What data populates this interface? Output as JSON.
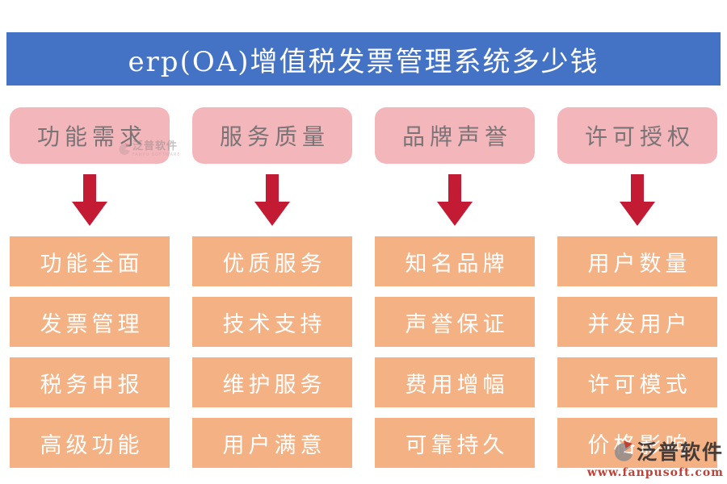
{
  "title": "erp(OA)增值税发票管理系统多少钱",
  "columns": [
    {
      "category": "功能需求",
      "items": [
        "功能全面",
        "发票管理",
        "税务申报",
        "高级功能"
      ]
    },
    {
      "category": "服务质量",
      "items": [
        "优质服务",
        "技术支持",
        "维护服务",
        "用户满意"
      ]
    },
    {
      "category": "品牌声誉",
      "items": [
        "知名品牌",
        "声誉保证",
        "费用增幅",
        "可靠持久"
      ]
    },
    {
      "category": "许可授权",
      "items": [
        "用户数量",
        "并发用户",
        "许可模式",
        "价格影响"
      ]
    }
  ],
  "watermarks": {
    "small": {
      "brand": "泛普软件",
      "brand_en": "FANPU SOFTWARE"
    },
    "large": {
      "brand": "泛普软件",
      "url": "www.fanpusoft.com"
    }
  },
  "icons": {
    "down_arrow": "red solid down arrow",
    "fanpu_logo": "gray pie logo with red leaf"
  },
  "colors": {
    "header_bg": "#4472C4",
    "header_text": "#FFFFFF",
    "category_bg": "#F3B6BB",
    "category_text": "#7A7476",
    "arrow_red": "#C31B33",
    "item_bg": "#F4B183",
    "item_text": "#FFFFFF",
    "watermark_brand": "#2D2A2B",
    "watermark_url": "#BF4136"
  }
}
